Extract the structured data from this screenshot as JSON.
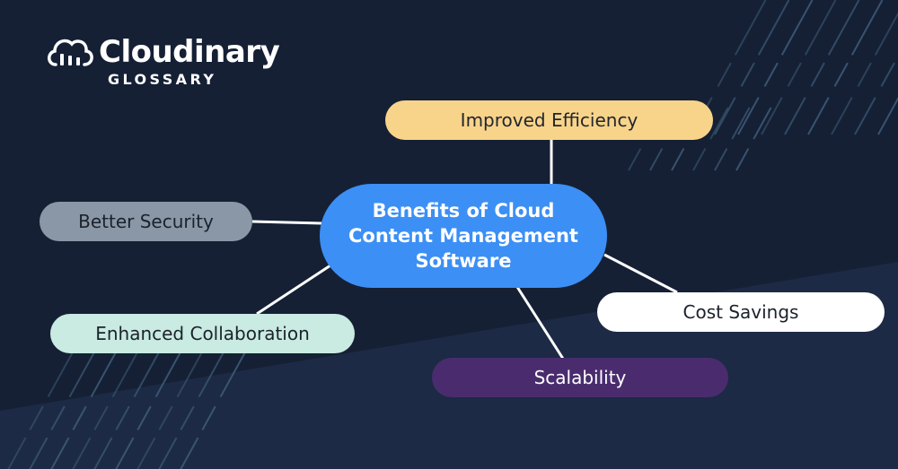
{
  "brand": {
    "name": "Cloudinary",
    "subtitle": "GLOSSARY",
    "logo_icon": "cloud-with-bars-icon"
  },
  "colors": {
    "background": "#152035",
    "background_lower": "#1c2a45",
    "stripe": "#3f5d79",
    "connector": "#ffffff",
    "center": "#3c8ff5"
  },
  "diagram": {
    "type": "mind-map",
    "center": {
      "label": "Benefits of Cloud Content Management Software"
    },
    "nodes": [
      {
        "id": "improved-efficiency",
        "label": "Improved Efficiency",
        "fill": "#f8d48a",
        "text_color": "#22262e"
      },
      {
        "id": "better-security",
        "label": "Better Security",
        "fill": "#8997a6",
        "text_color": "#1c222b"
      },
      {
        "id": "enhanced-collaboration",
        "label": "Enhanced Collaboration",
        "fill": "#c9ebe2",
        "text_color": "#1c222b"
      },
      {
        "id": "cost-savings",
        "label": "Cost Savings",
        "fill": "#ffffff",
        "text_color": "#1c222b"
      },
      {
        "id": "scalability",
        "label": "Scalability",
        "fill": "#4a2c6e",
        "text_color": "#ffffff"
      }
    ]
  }
}
